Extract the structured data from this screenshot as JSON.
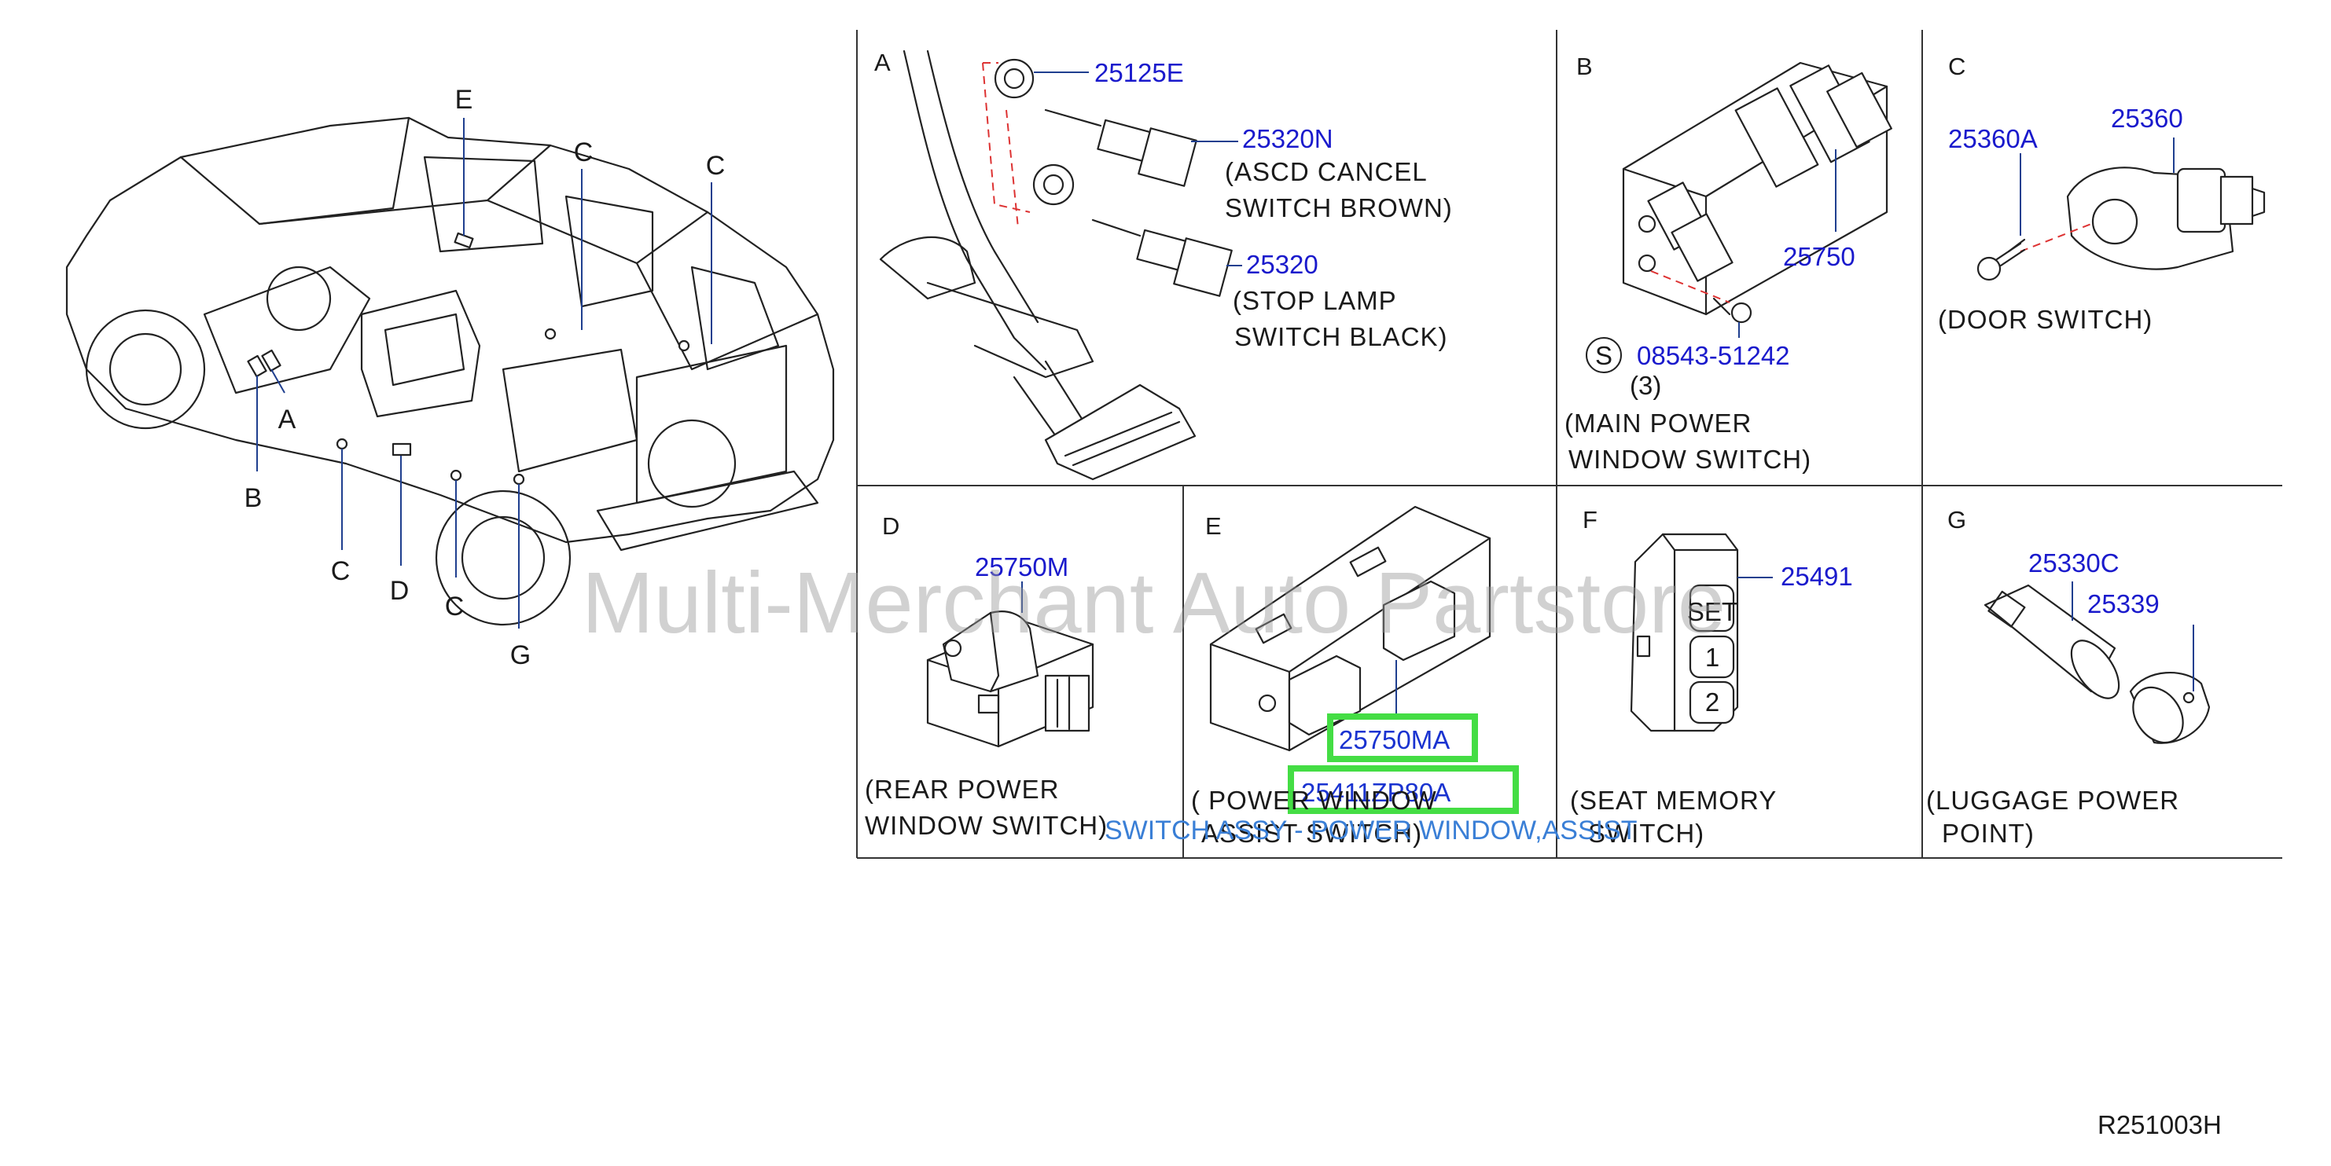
{
  "vehicle_labels": {
    "e": "E",
    "c1": "C",
    "c2": "C",
    "a": "A",
    "b": "B",
    "c3": "C",
    "d": "D",
    "c4": "C",
    "g": "G"
  },
  "sections": {
    "a": {
      "letter": "A",
      "parts": {
        "p1": "25125E",
        "p2": "25320N",
        "p3": "25320"
      },
      "captions": {
        "c1_l1": "(ASCD  CANCEL",
        "c1_l2": "SWITCH  BROWN)",
        "c2_l1": "(STOP  LAMP",
        "c2_l2": "SWITCH  BLACK)"
      }
    },
    "b": {
      "letter": "B",
      "parts": {
        "p1": "25750",
        "p2": "08543-51242",
        "qty": "(3)",
        "symbol": "S"
      },
      "captions": {
        "l1": "(MAIN  POWER",
        "l2": "WINDOW  SWITCH)"
      }
    },
    "c": {
      "letter": "C",
      "parts": {
        "p1": "25360A",
        "p2": "25360"
      },
      "captions": {
        "l1": "(DOOR  SWITCH)"
      }
    },
    "d": {
      "letter": "D",
      "parts": {
        "p1": "25750M"
      },
      "captions": {
        "l1": "(REAR  POWER",
        "l2": "WINDOW  SWITCH)"
      }
    },
    "e": {
      "letter": "E",
      "parts": {
        "p1": "25750MA",
        "p2": "25411ZP80A"
      },
      "captions": {
        "l1": "(  POWER  WINDOW",
        "l2": "ASSIST  SWITCH)"
      }
    },
    "f": {
      "letter": "F",
      "parts": {
        "p1": "25491"
      },
      "button_labels": {
        "b1": "SET",
        "b2": "1",
        "b3": "2"
      },
      "captions": {
        "l1": "(SEAT  MEMORY",
        "l2": "SWITCH)"
      }
    },
    "g": {
      "letter": "G",
      "parts": {
        "p1": "25330C",
        "p2": "25339"
      },
      "captions": {
        "l1": "(LUGGAGE  POWER",
        "l2": "POINT)"
      }
    }
  },
  "highlighted_description": "SWITCH ASSY - POWER WINDOW,ASSIST",
  "watermark": "Multi-Merchant Auto Partstore",
  "reference_code": "R251003H",
  "colors": {
    "part_number": "#1a1acc",
    "highlight": "#44dd44",
    "description": "#3a7fd6",
    "leader": "#1f3f8f",
    "dash": "#dd3333"
  }
}
